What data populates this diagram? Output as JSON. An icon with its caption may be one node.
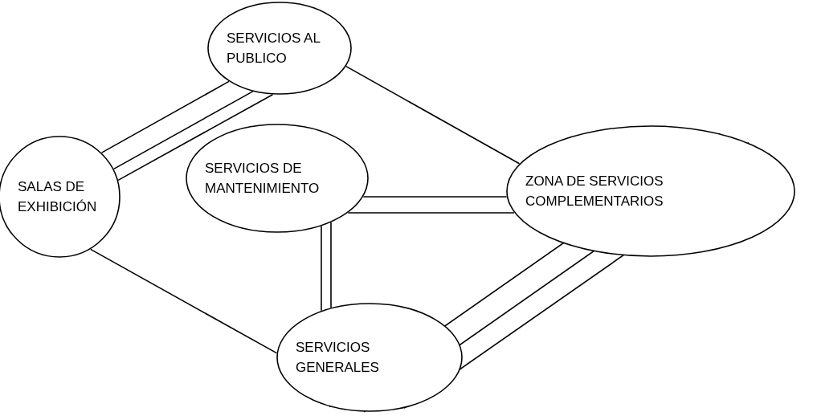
{
  "diagram": {
    "nodes": [
      {
        "text": [
          "SERVICIOS AL PUBLICO"
        ]
      },
      {
        "text": [
          "SALAS DE EXHIBICIÓN"
        ]
      },
      {
        "text": [
          "SERVICIOS DE MANTENIMIENTO"
        ]
      },
      {
        "text": [
          "ZONA DE SERVICIOS COMPLEMENTARIOS"
        ]
      },
      {
        "text": [
          "SERVICIOS GENERALES"
        ]
      }
    ],
    "edges": [
      {
        "from": 1,
        "to": 0,
        "arrow": "none"
      },
      {
        "from": 1,
        "to": 0,
        "arrow": "none"
      },
      {
        "from": 1,
        "to": 0,
        "arrow": "none"
      },
      {
        "from": 0,
        "to": 3,
        "arrow": "none"
      },
      {
        "from": 2,
        "to": 3,
        "arrow": "none"
      },
      {
        "from": 2,
        "to": 3,
        "arrow": "none"
      },
      {
        "from": 2,
        "to": 4,
        "arrow": "none"
      },
      {
        "from": 2,
        "to": 4,
        "arrow": "none"
      },
      {
        "from": 1,
        "to": 4,
        "arrow": "none"
      },
      {
        "from": 3,
        "to": 4,
        "arrow": "none"
      },
      {
        "from": 3,
        "to": 4,
        "arrow": "none"
      },
      {
        "from": 3,
        "to": 4,
        "arrow": "none"
      }
    ]
  }
}
